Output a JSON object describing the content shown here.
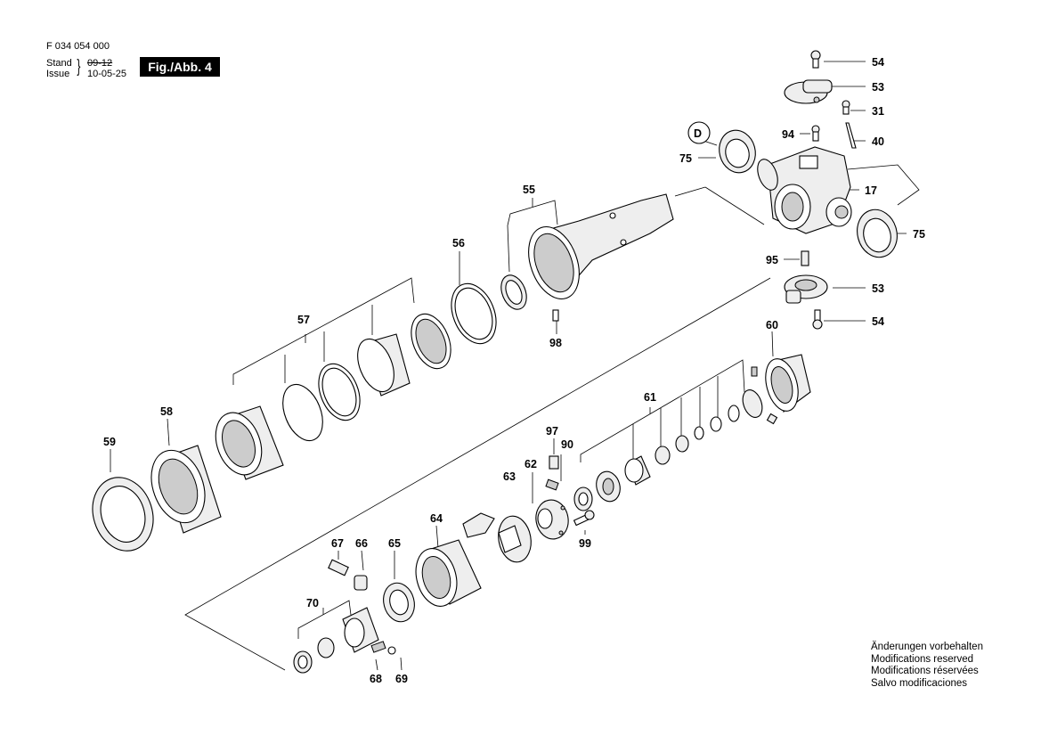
{
  "header": {
    "doc_number": "F 034 054 000",
    "stand_label": "Stand",
    "issue_label": "Issue",
    "stand_value": "09-12",
    "issue_value": "10-05-25",
    "figure_label": "Fig./Abb. 4"
  },
  "notes": [
    "Änderungen vorbehalten",
    "Modifications reserved",
    "Modifications réservées",
    "Salvo modificaciones"
  ],
  "callouts": {
    "c54a": "54",
    "c53a": "53",
    "c31": "31",
    "c40": "40",
    "c94": "94",
    "cD": "D",
    "c75a": "75",
    "c17": "17",
    "c75b": "75",
    "c95": "95",
    "c53b": "53",
    "c54b": "54",
    "c55": "55",
    "c98": "98",
    "c56": "56",
    "c57": "57",
    "c58": "58",
    "c59": "59",
    "c60": "60",
    "c61": "61",
    "c97": "97",
    "c90": "90",
    "c62": "62",
    "c63": "63",
    "c99": "99",
    "c64": "64",
    "c65": "65",
    "c66": "66",
    "c67": "67",
    "c70": "70",
    "c68": "68",
    "c69": "69"
  }
}
